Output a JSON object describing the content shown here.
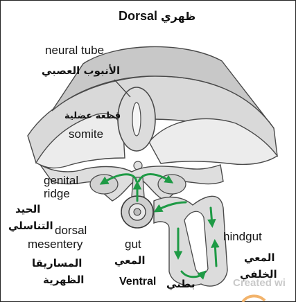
{
  "title": {
    "en": "Dorsal",
    "ar": "ظهري"
  },
  "bottom_label": {
    "en": "Ventral",
    "ar": "بطني"
  },
  "labels": {
    "neural_tube": {
      "en": "neural tube",
      "ar": "الأنبوب العصبي"
    },
    "somite": {
      "en": "somite",
      "ar": "قطعة عضلية"
    },
    "genital_ridge": {
      "en_line1": "genital",
      "en_line2": "ridge",
      "ar_line1": "الحيد",
      "ar_line2": "التناسلي"
    },
    "dorsal_mesentery": {
      "en_line1": "dorsal",
      "en_line2": "mesentery",
      "ar_line1": "المساريقا",
      "ar_line2": "الظهرية"
    },
    "gut": {
      "en": "gut",
      "ar": "المعي"
    },
    "hindgut": {
      "en": "hindgut",
      "ar_line1": "المعي",
      "ar_line2": "الخلفي"
    }
  },
  "watermark": "Created wi",
  "colors": {
    "tissue_light": "#e6e6e6",
    "tissue_mid": "#cfcfcf",
    "outline": "#4a4a4a",
    "arrow_green": "#1e9a45"
  }
}
